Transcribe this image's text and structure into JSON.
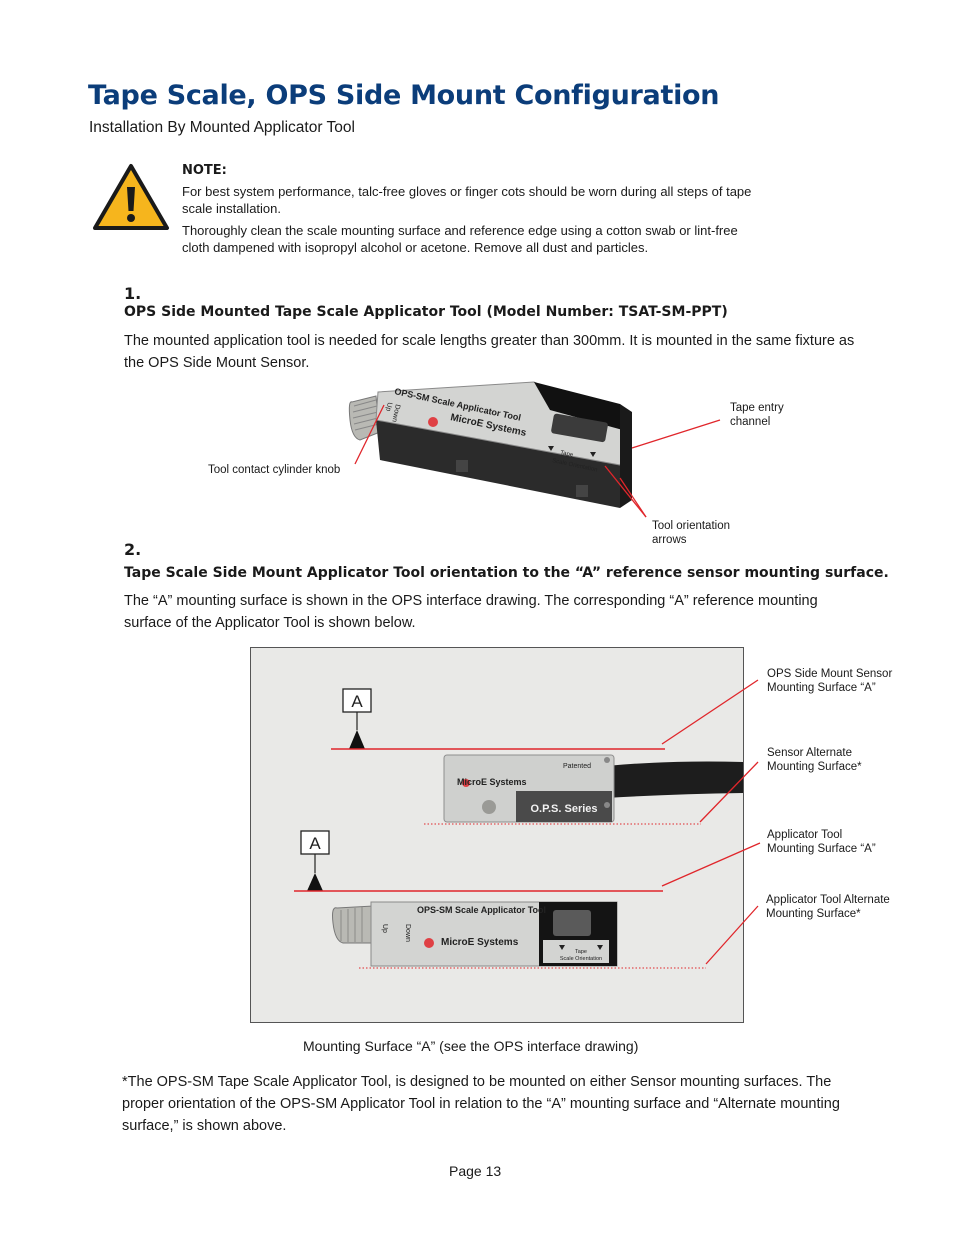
{
  "header": {
    "title": "Tape Scale, OPS Side Mount Configuration",
    "subtitle": "Installation By Mounted Applicator Tool"
  },
  "note": {
    "label": "NOTE:",
    "paragraphs": [
      "For best system performance, talc-free gloves or finger cots should be worn during all steps of tape scale installation.",
      "Thoroughly clean the scale mounting surface and reference edge using a cotton swab or lint-free cloth dampened with isopropyl alcohol or acetone. Remove all dust and particles."
    ]
  },
  "step1": {
    "number": "1.",
    "heading": "OPS Side Mounted Tape Scale Applicator Tool (Model Number: TSAT-SM-PPT)",
    "body": "The mounted application tool is needed for scale lengths greater than 300mm. It is mounted in the same fixture as the OPS Side Mount Sensor.",
    "figure": {
      "callout_knob": "Tool contact cylinder knob",
      "callout_entry_1": "Tape entry",
      "callout_entry_2": "channel",
      "callout_arrows_1": "Tool orientation",
      "callout_arrows_2": "arrows",
      "tool_label": "OPS-SM Scale Applicator Tool",
      "brand": "MicroE Systems",
      "down": "Down",
      "up": "Up",
      "tape": "Tape",
      "scale_orientation": "Scale Orientation"
    }
  },
  "step2": {
    "number": "2.",
    "heading": "Tape Scale Side Mount Applicator Tool orientation to the “A” reference sensor mounting surface.",
    "body": "The “A” mounting surface is shown in the OPS interface drawing. The corresponding “A” reference mounting surface of the Applicator Tool is shown below.",
    "figure": {
      "datum_1": "A",
      "datum_2": "A",
      "sensor_patented": "Patented",
      "sensor_brand": "MicroE Systems",
      "sensor_series": "O.P.S. Series",
      "tool_label": "OPS-SM Scale Applicator Tool",
      "tool_brand": "MicroE Systems",
      "down": "Down",
      "up": "Up",
      "tape": "Tape",
      "scale_orientation": "Scale Orientation",
      "callouts": [
        {
          "line1": "OPS Side Mount Sensor",
          "line2": "Mounting Surface “A”"
        },
        {
          "line1": "Sensor Alternate",
          "line2": "Mounting Surface*"
        },
        {
          "line1": "Applicator Tool",
          "line2": "Mounting Surface “A”"
        },
        {
          "line1": "Applicator Tool Alternate",
          "line2": "Mounting Surface*"
        }
      ],
      "caption": "Mounting Surface “A” (see the OPS interface drawing)"
    }
  },
  "footnote": "*The OPS-SM Tape Scale Applicator Tool, is designed to be mounted on either Sensor mounting surfaces. The proper orientation of the OPS-SM Applicator Tool in relation to the “A” mounting surface and “Alternate mounting surface,” is shown above.",
  "page": "Page 13",
  "colors": {
    "title_blue": "#0b3d7a",
    "callout_red": "#e0262b",
    "warning_yellow": "#f6b51d"
  }
}
